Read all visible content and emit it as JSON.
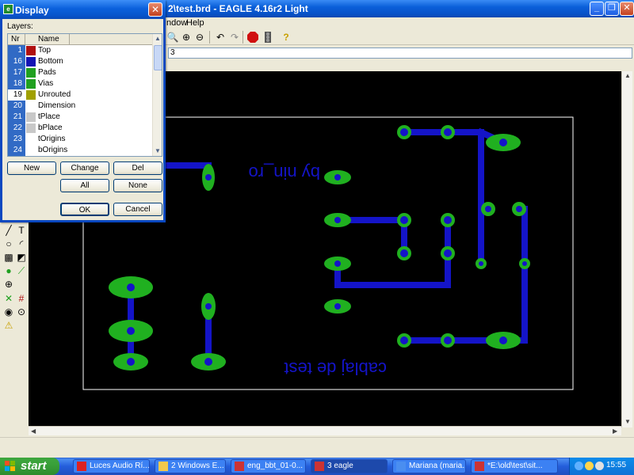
{
  "main_window": {
    "title": "2\\test.brd - EAGLE 4.16r2 Light",
    "menu": [
      "Window",
      "Help"
    ],
    "menu_visible": [
      "ndow",
      "Help"
    ],
    "command_value": "3"
  },
  "display_dialog": {
    "title": "Display",
    "layers_caption": "Layers:",
    "columns": [
      "Nr",
      "Name"
    ],
    "layers": [
      {
        "nr": "1",
        "name": "Top",
        "color": "#b01010",
        "selected": true
      },
      {
        "nr": "16",
        "name": "Bottom",
        "color": "#1414b4",
        "selected": true
      },
      {
        "nr": "17",
        "name": "Pads",
        "color": "#20a020",
        "selected": true
      },
      {
        "nr": "18",
        "name": "Vias",
        "color": "#20a020",
        "selected": true
      },
      {
        "nr": "19",
        "name": "Unrouted",
        "color": "#a0a000",
        "selected": false
      },
      {
        "nr": "20",
        "name": "Dimension",
        "color": "#ffffff",
        "selected": true
      },
      {
        "nr": "21",
        "name": "tPlace",
        "color": "#c8c8c8",
        "selected": true
      },
      {
        "nr": "22",
        "name": "bPlace",
        "color": "#c8c8c8",
        "selected": true
      },
      {
        "nr": "23",
        "name": "tOrigins",
        "color": "#ffffff",
        "selected": true
      },
      {
        "nr": "24",
        "name": "bOrigins",
        "color": "#ffffff",
        "selected": true
      }
    ],
    "buttons": {
      "new": "New",
      "change": "Change",
      "del": "Del",
      "all": "All",
      "none": "None",
      "ok": "OK",
      "cancel": "Cancel"
    }
  },
  "board": {
    "text_top": "by nin_ro",
    "text_bottom": "cablaj de test",
    "colors": {
      "copper": "#1414c8",
      "pad": "#20b020",
      "background": "#000000",
      "outline": "#ffffff"
    }
  },
  "taskbar": {
    "start_label": "start",
    "items": [
      {
        "label": "Luces Audio Rí...",
        "active": false
      },
      {
        "label": "2 Windows E...",
        "active": false
      },
      {
        "label": "eng_bbt_01-0...",
        "active": false
      },
      {
        "label": "3 eagle",
        "active": true
      },
      {
        "label": "Mariana (maria...",
        "active": false
      },
      {
        "label": "*E:\\old\\test\\sit...",
        "active": false
      }
    ],
    "clock": "15:55"
  },
  "icons": [
    "minimize-icon",
    "maximize-icon",
    "close-icon",
    "zoom-in-icon",
    "zoom-out-icon",
    "undo-icon",
    "redo-icon",
    "stop-icon",
    "help-icon"
  ]
}
